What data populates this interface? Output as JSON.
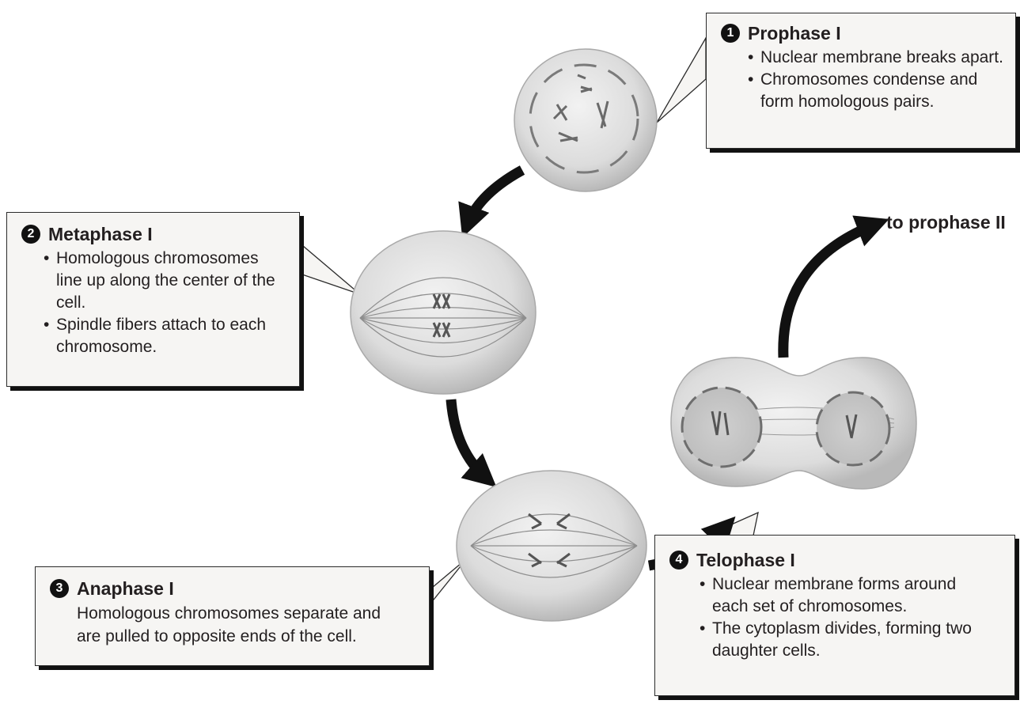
{
  "stages": [
    {
      "number": "1",
      "title": "Prophase I",
      "bullets": [
        "Nuclear membrane breaks apart.",
        "Chromosomes condense and form homologous pairs."
      ]
    },
    {
      "number": "2",
      "title": "Metaphase I",
      "bullets": [
        "Homologous chromosomes line up along the center of the cell.",
        "Spindle fibers attach to each chromosome."
      ]
    },
    {
      "number": "3",
      "title": "Anaphase I",
      "text": "Homologous chromosomes separate and are pulled to opposite ends of the cell."
    },
    {
      "number": "4",
      "title": "Telophase I",
      "bullets": [
        "Nuclear membrane forms around each set of chromosomes.",
        "The cytoplasm divides, forming two daughter cells."
      ]
    }
  ],
  "exit_label": "to prophase II"
}
